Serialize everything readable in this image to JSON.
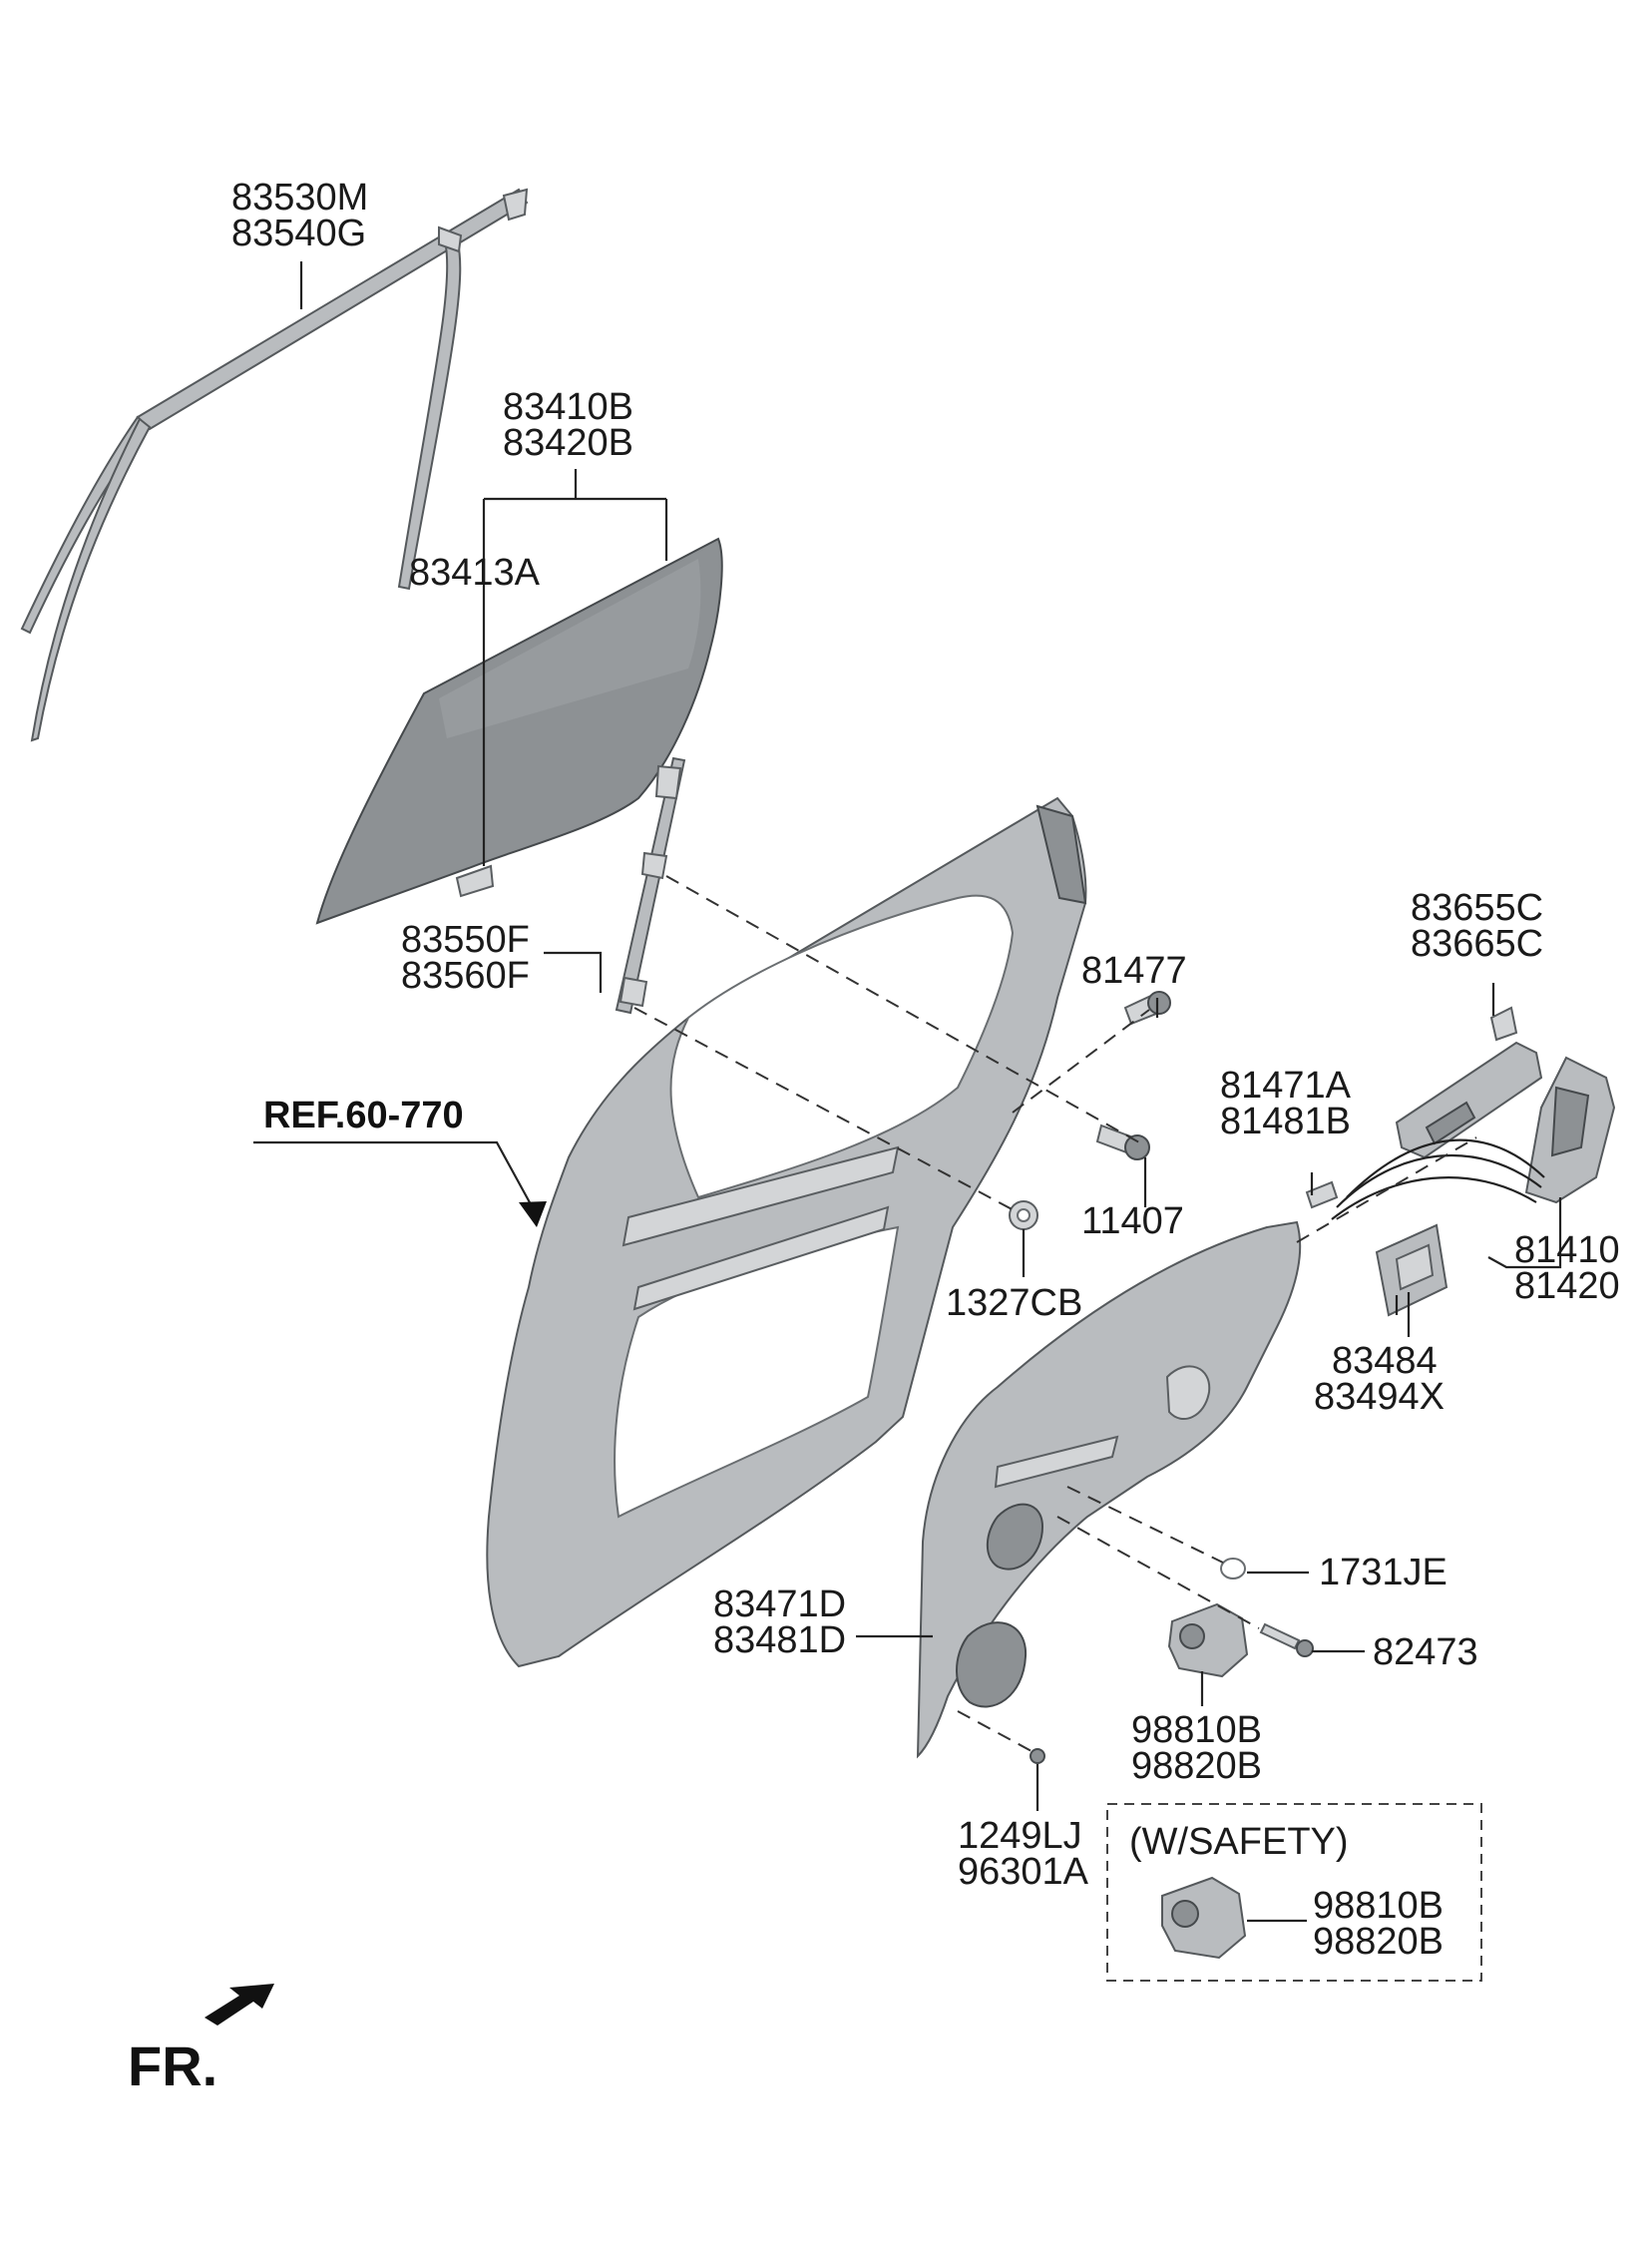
{
  "labels": {
    "belt_molding": [
      "83530M",
      "83540G"
    ],
    "glass": [
      "83410B",
      "83420B"
    ],
    "glass_holder": "83413A",
    "channel": [
      "83550F",
      "83560F"
    ],
    "ref": "REF.60-770",
    "bolt_81477": "81477",
    "bolt_11407": "11407",
    "nut": "1327CB",
    "rod_clip": [
      "81471A",
      "81481B"
    ],
    "outside_handle": [
      "83655C",
      "83665C"
    ],
    "latch": [
      "81410",
      "81420"
    ],
    "bracket": [
      "83484",
      "83494X"
    ],
    "plug": "1731JE",
    "regulator_panel": [
      "83471D",
      "83481D"
    ],
    "bolt_82473": "82473",
    "motor": [
      "98810B",
      "98820B"
    ],
    "screw": [
      "1249LJ",
      "96301A"
    ],
    "safety_title": "(W/SAFETY)",
    "safety_motor": [
      "98810B",
      "98820B"
    ],
    "front": "FR."
  },
  "icons": [
    "front-direction-arrow-icon",
    "ref-arrow-icon"
  ]
}
